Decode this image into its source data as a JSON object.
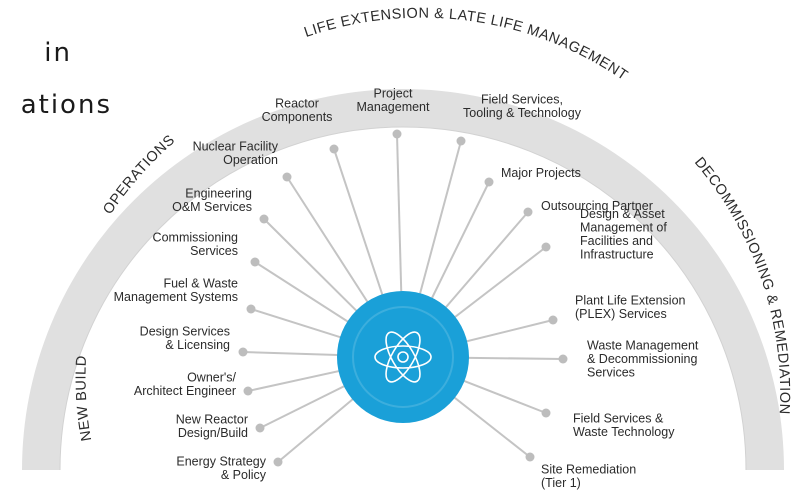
{
  "heading": {
    "line1": "in",
    "line2": "ations"
  },
  "phases": [
    {
      "id": "new-build",
      "label": "NEW BUILD"
    },
    {
      "id": "operations",
      "label": "OPERATIONS"
    },
    {
      "id": "life-extension",
      "label": "LIFE EXTENSION & LATE LIFE MANAGEMENT"
    },
    {
      "id": "decommissioning",
      "label": "DECOMMISSIONING & REMEDIATION"
    }
  ],
  "hub": {
    "icon": "atom-icon",
    "color": "#1aa0d8"
  },
  "colors": {
    "ring": "#e0e0e0",
    "spoke": "#c4c4c4",
    "dot": "#bdbdbd",
    "hub": "#1aa0d8"
  },
  "services": [
    {
      "id": "energy-strategy",
      "lines": [
        "Energy Strategy",
        "& Policy"
      ]
    },
    {
      "id": "new-reactor",
      "lines": [
        "New Reactor",
        "Design/Build"
      ]
    },
    {
      "id": "owners-architect",
      "lines": [
        "Owner's/",
        "Architect Engineer"
      ]
    },
    {
      "id": "design-services",
      "lines": [
        "Design Services",
        "& Licensing"
      ]
    },
    {
      "id": "fuel-waste",
      "lines": [
        "Fuel & Waste",
        "Management Systems"
      ]
    },
    {
      "id": "commissioning",
      "lines": [
        "Commissioning",
        "Services"
      ]
    },
    {
      "id": "engineering-om",
      "lines": [
        "Engineering",
        "O&M Services"
      ]
    },
    {
      "id": "nuclear-facility",
      "lines": [
        "Nuclear Facility",
        "Operation"
      ]
    },
    {
      "id": "reactor-components",
      "lines": [
        "Reactor",
        "Components"
      ]
    },
    {
      "id": "project-management",
      "lines": [
        "Project",
        "Management"
      ]
    },
    {
      "id": "field-services-tooling",
      "lines": [
        "Field Services,",
        "Tooling & Technology"
      ]
    },
    {
      "id": "major-projects",
      "lines": [
        "Major Projects"
      ]
    },
    {
      "id": "outsourcing",
      "lines": [
        "Outsourcing Partner"
      ]
    },
    {
      "id": "design-asset",
      "lines": [
        "Design & Asset",
        "Management of",
        "Facilities and",
        "Infrastructure"
      ]
    },
    {
      "id": "plex",
      "lines": [
        "Plant Life Extension",
        "(PLEX) Services"
      ]
    },
    {
      "id": "waste-decom",
      "lines": [
        "Waste Management",
        "& Decommissioning",
        "Services"
      ]
    },
    {
      "id": "field-services-waste",
      "lines": [
        "Field Services &",
        "Waste Technology"
      ]
    },
    {
      "id": "site-remediation",
      "lines": [
        "Site Remediation",
        "(Tier 1)"
      ]
    }
  ]
}
